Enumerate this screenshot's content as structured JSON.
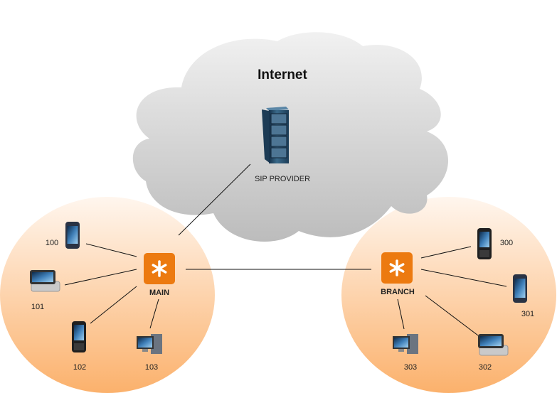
{
  "cloud": {
    "title": "Internet",
    "provider_label": "SIP PROVIDER"
  },
  "sites": {
    "main": {
      "label": "MAIN",
      "devices": [
        {
          "ext": "100",
          "type": "smartphone"
        },
        {
          "ext": "101",
          "type": "slider-phone"
        },
        {
          "ext": "102",
          "type": "slide-phone"
        },
        {
          "ext": "103",
          "type": "desktop-computer"
        }
      ]
    },
    "branch": {
      "label": "BRANCH",
      "devices": [
        {
          "ext": "300",
          "type": "slide-phone"
        },
        {
          "ext": "301",
          "type": "smartphone"
        },
        {
          "ext": "302",
          "type": "slider-phone"
        },
        {
          "ext": "303",
          "type": "desktop-computer"
        }
      ]
    }
  },
  "colors": {
    "pbx": "#ec7a10",
    "site_gradient_top": "#fff3e8",
    "site_gradient_bottom": "#fbb06a",
    "cloud_top": "#f0f0f0",
    "cloud_bottom": "#bdbdbd"
  }
}
